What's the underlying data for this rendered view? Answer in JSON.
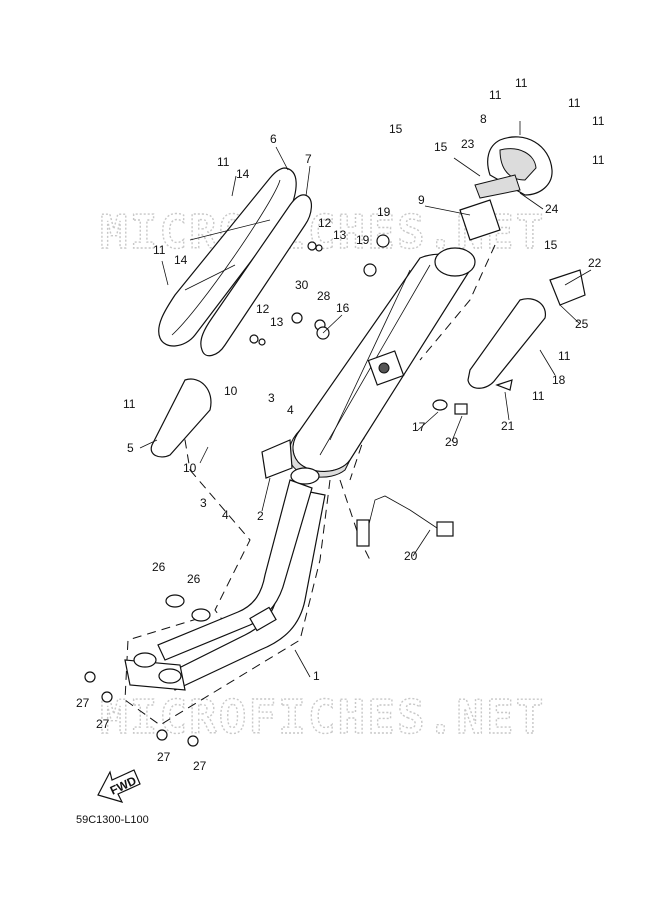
{
  "watermark": {
    "top": "MICROFICHES.NET",
    "bottom": "MICROFICHES.NET"
  },
  "direction_arrow": {
    "label": "FWD"
  },
  "drawing_code": "59C1300-L100",
  "callouts": [
    {
      "id": "c-1",
      "num": "1"
    },
    {
      "id": "c-2",
      "num": "2"
    },
    {
      "id": "c-3a",
      "num": "3"
    },
    {
      "id": "c-3b",
      "num": "3"
    },
    {
      "id": "c-4a",
      "num": "4"
    },
    {
      "id": "c-4b",
      "num": "4"
    },
    {
      "id": "c-5",
      "num": "5"
    },
    {
      "id": "c-6",
      "num": "6"
    },
    {
      "id": "c-7",
      "num": "7"
    },
    {
      "id": "c-8",
      "num": "8"
    },
    {
      "id": "c-9",
      "num": "9"
    },
    {
      "id": "c-10a",
      "num": "10"
    },
    {
      "id": "c-10b",
      "num": "10"
    },
    {
      "id": "c-11a",
      "num": "11"
    },
    {
      "id": "c-11b",
      "num": "11"
    },
    {
      "id": "c-11c",
      "num": "11"
    },
    {
      "id": "c-11d",
      "num": "11"
    },
    {
      "id": "c-11e",
      "num": "11"
    },
    {
      "id": "c-11f",
      "num": "11"
    },
    {
      "id": "c-11g",
      "num": "11"
    },
    {
      "id": "c-11h",
      "num": "11"
    },
    {
      "id": "c-11i",
      "num": "11"
    },
    {
      "id": "c-11j",
      "num": "11"
    },
    {
      "id": "c-12a",
      "num": "12"
    },
    {
      "id": "c-12b",
      "num": "12"
    },
    {
      "id": "c-13a",
      "num": "13"
    },
    {
      "id": "c-13b",
      "num": "13"
    },
    {
      "id": "c-14a",
      "num": "14"
    },
    {
      "id": "c-14b",
      "num": "14"
    },
    {
      "id": "c-15a",
      "num": "15"
    },
    {
      "id": "c-15b",
      "num": "15"
    },
    {
      "id": "c-15c",
      "num": "15"
    },
    {
      "id": "c-16",
      "num": "16"
    },
    {
      "id": "c-17",
      "num": "17"
    },
    {
      "id": "c-18",
      "num": "18"
    },
    {
      "id": "c-19a",
      "num": "19"
    },
    {
      "id": "c-19b",
      "num": "19"
    },
    {
      "id": "c-20",
      "num": "20"
    },
    {
      "id": "c-21",
      "num": "21"
    },
    {
      "id": "c-22",
      "num": "22"
    },
    {
      "id": "c-23",
      "num": "23"
    },
    {
      "id": "c-24",
      "num": "24"
    },
    {
      "id": "c-25",
      "num": "25"
    },
    {
      "id": "c-26a",
      "num": "26"
    },
    {
      "id": "c-26b",
      "num": "26"
    },
    {
      "id": "c-27a",
      "num": "27"
    },
    {
      "id": "c-27b",
      "num": "27"
    },
    {
      "id": "c-27c",
      "num": "27"
    },
    {
      "id": "c-27d",
      "num": "27"
    },
    {
      "id": "c-28",
      "num": "28"
    },
    {
      "id": "c-29",
      "num": "29"
    },
    {
      "id": "c-30",
      "num": "30"
    }
  ]
}
